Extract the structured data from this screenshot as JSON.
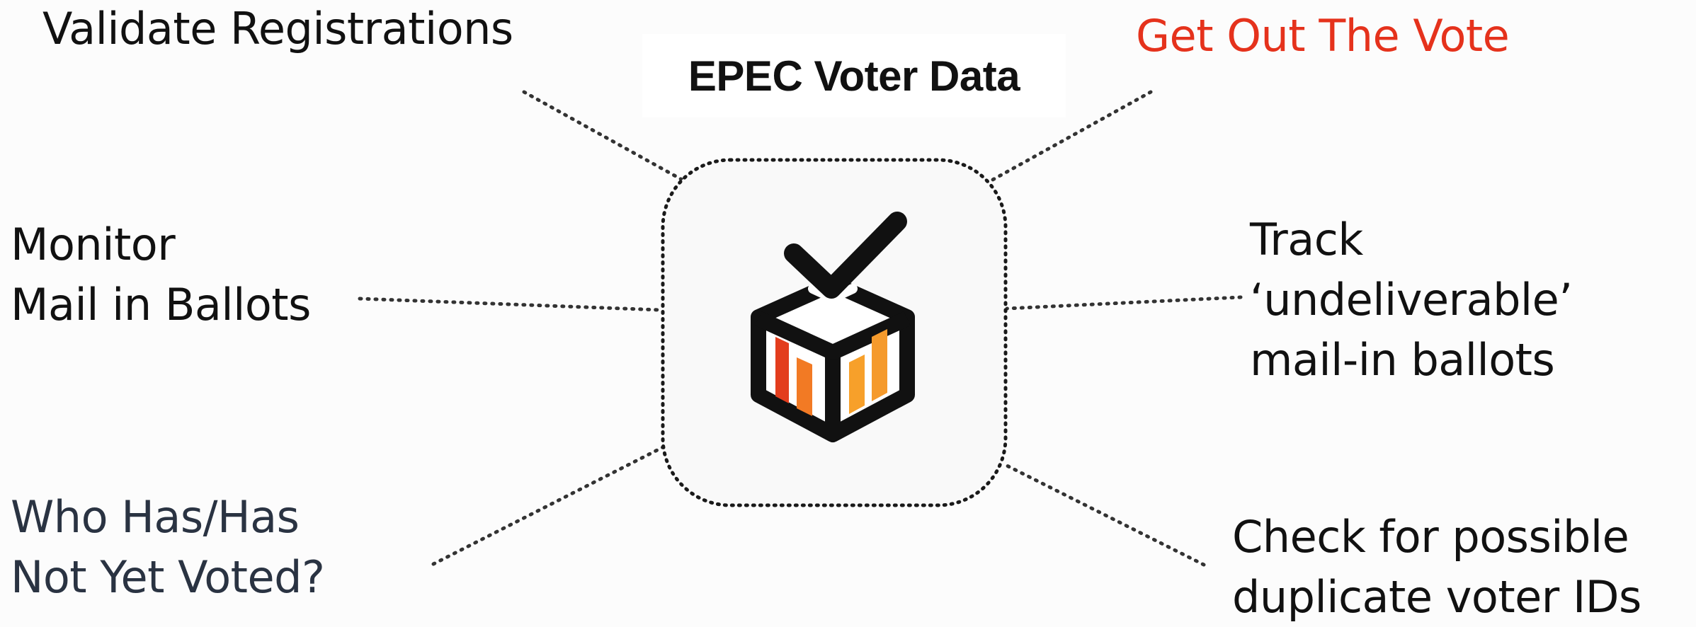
{
  "title": "EPEC Voter Data",
  "colors": {
    "accent": "#e5321c",
    "text": "#111111",
    "muted_text": "#2a3342",
    "connector": "#333333",
    "ballot_box": "#111111",
    "bars": [
      "#e33d1d",
      "#f27a24",
      "#f7a02a",
      "#f59a2c"
    ]
  },
  "center_icon": "ballot-box-with-checkmark-icon",
  "goals": [
    {
      "id": "validate",
      "lines": [
        "Validate Registrations"
      ]
    },
    {
      "id": "gotv",
      "lines": [
        "Get Out The Vote"
      ]
    },
    {
      "id": "monitor",
      "lines": [
        "Monitor",
        "Mail in Ballots"
      ]
    },
    {
      "id": "track",
      "lines": [
        "Track",
        "‘undeliverable’",
        "mail-in ballots"
      ]
    },
    {
      "id": "voted",
      "lines": [
        "Who Has/Has",
        "Not Yet Voted?"
      ]
    },
    {
      "id": "duplicate",
      "lines": [
        "Check for possible",
        "duplicate voter IDs"
      ]
    }
  ]
}
